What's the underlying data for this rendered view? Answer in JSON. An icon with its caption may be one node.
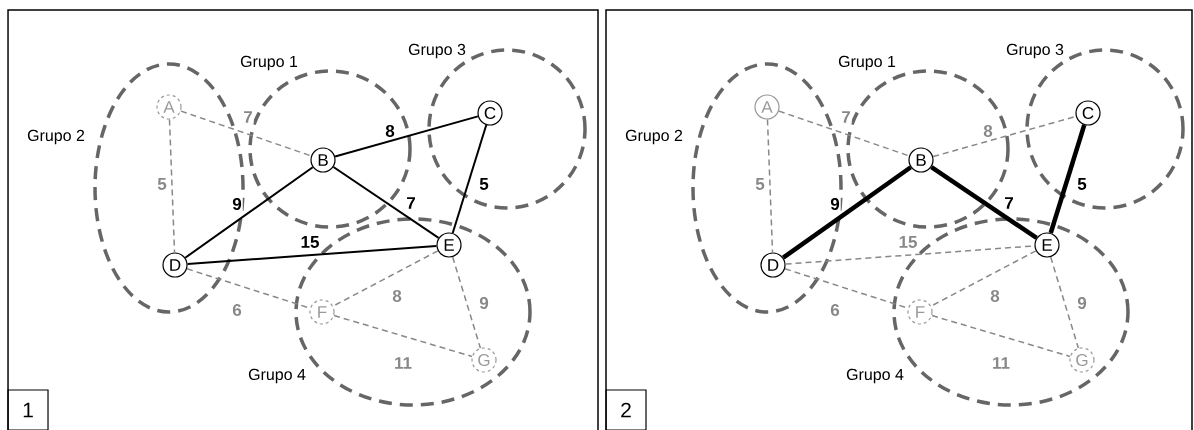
{
  "diagram": {
    "nodes": [
      {
        "text": [],
        "shape": "box"
      },
      {
        "text": [
          "1"
        ],
        "in": 0
      },
      {
        "text": [
          "Grupo 1"
        ],
        "in": 0
      },
      {
        "text": [
          "Grupo 2"
        ],
        "in": 0
      },
      {
        "text": [
          "Grupo 3"
        ],
        "in": 0
      },
      {
        "text": [
          "Grupo 4"
        ],
        "in": 0
      },
      {
        "text": [
          "A"
        ],
        "in": 3
      },
      {
        "text": [
          "B"
        ],
        "in": 2
      },
      {
        "text": [
          "C"
        ],
        "in": 4
      },
      {
        "text": [
          "D"
        ],
        "in": 3
      },
      {
        "text": [
          "E"
        ],
        "in": 5
      },
      {
        "text": [
          "F"
        ],
        "in": 5
      },
      {
        "text": [
          "G"
        ],
        "in": 5
      },
      {
        "text": [],
        "shape": "box"
      },
      {
        "text": [
          "2"
        ],
        "in": 13
      },
      {
        "text": [
          "Grupo 1"
        ],
        "in": 13
      },
      {
        "text": [
          "Grupo 2"
        ],
        "in": 13
      },
      {
        "text": [
          "Grupo 3"
        ],
        "in": 13
      },
      {
        "text": [
          "Grupo 4"
        ],
        "in": 13
      },
      {
        "text": [
          "A"
        ],
        "in": 16
      },
      {
        "text": [
          "B"
        ],
        "in": 15
      },
      {
        "text": [
          "C"
        ],
        "in": 17
      },
      {
        "text": [
          "D"
        ],
        "in": 16
      },
      {
        "text": [
          "E"
        ],
        "in": 18
      },
      {
        "text": [
          "F"
        ],
        "in": 18
      },
      {
        "text": [
          "G"
        ],
        "in": 18
      }
    ],
    "edges": [
      {
        "from": 6,
        "to": 7,
        "arrow": "none",
        "label": "7",
        "style": "dashed"
      },
      {
        "from": 6,
        "to": 9,
        "arrow": "none",
        "label": "5",
        "style": "dashed"
      },
      {
        "from": 7,
        "to": 8,
        "arrow": "none",
        "label": "8",
        "color": "#000000"
      },
      {
        "from": 7,
        "to": 9,
        "arrow": "none",
        "label": "9",
        "color": "#000000"
      },
      {
        "from": 7,
        "to": 10,
        "arrow": "none",
        "label": "7",
        "color": "#000000"
      },
      {
        "from": 8,
        "to": 10,
        "arrow": "none",
        "label": "5",
        "color": "#000000"
      },
      {
        "from": 9,
        "to": 10,
        "arrow": "none",
        "label": "15",
        "color": "#000000"
      },
      {
        "from": 9,
        "to": 11,
        "arrow": "none",
        "label": "6",
        "style": "dashed"
      },
      {
        "from": 10,
        "to": 11,
        "arrow": "none",
        "label": "8",
        "style": "dashed"
      },
      {
        "from": 10,
        "to": 12,
        "arrow": "none",
        "label": "9",
        "style": "dashed"
      },
      {
        "from": 11,
        "to": 12,
        "arrow": "none",
        "label": "11",
        "style": "dashed"
      },
      {
        "from": 19,
        "to": 20,
        "arrow": "none",
        "label": "7",
        "style": "dashed"
      },
      {
        "from": 19,
        "to": 22,
        "arrow": "none",
        "label": "5",
        "style": "dashed"
      },
      {
        "from": 20,
        "to": 21,
        "arrow": "none",
        "label": "8",
        "style": "dashed"
      },
      {
        "from": 20,
        "to": 22,
        "arrow": "none",
        "label": "9",
        "style": "thick",
        "color": "#000000"
      },
      {
        "from": 20,
        "to": 23,
        "arrow": "none",
        "label": "7",
        "style": "thick",
        "color": "#000000"
      },
      {
        "from": 21,
        "to": 23,
        "arrow": "none",
        "label": "5",
        "style": "thick",
        "color": "#000000"
      },
      {
        "from": 22,
        "to": 23,
        "arrow": "none",
        "label": "15",
        "style": "dashed"
      },
      {
        "from": 22,
        "to": 24,
        "arrow": "none",
        "label": "6",
        "style": "dashed"
      },
      {
        "from": 23,
        "to": 24,
        "arrow": "none",
        "label": "8",
        "style": "dashed"
      },
      {
        "from": 23,
        "to": 25,
        "arrow": "none",
        "label": "9",
        "style": "dashed"
      },
      {
        "from": 24,
        "to": 25,
        "arrow": "none",
        "label": "11",
        "style": "dashed"
      }
    ]
  }
}
